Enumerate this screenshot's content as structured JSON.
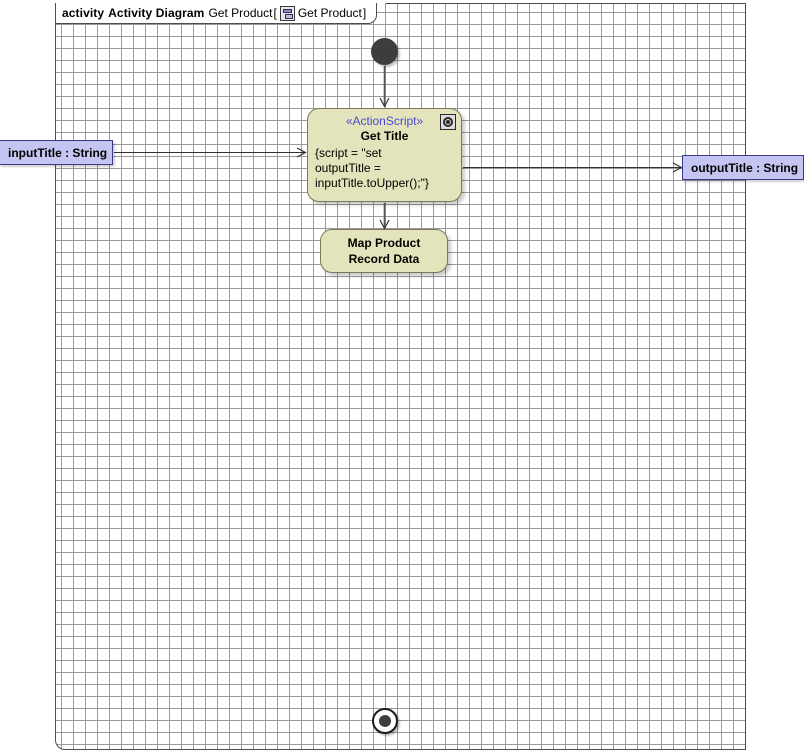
{
  "frame": {
    "keyword": "activity",
    "diagram_type": "Activity Diagram",
    "name": "Get Product",
    "bracket_open": "[",
    "bracket_close": "]",
    "behavior_name": "Get Product",
    "behavior_icon": "activity-behavior-icon"
  },
  "nodes": {
    "initial": {
      "name": "initial-node",
      "shape": "filled-circle",
      "color": "#3d3d3d"
    },
    "final": {
      "name": "activity-final-node",
      "shape": "bullseye-circle",
      "color": "#1c1c1c"
    },
    "get_title": {
      "stereotype": "«ActionScript»",
      "title": "Get Title",
      "body": "{script = \"set\noutputTitle =\ninputTitle.toUpper();\"}",
      "icon": "script-behavior-icon",
      "fill": "#e4e4bc",
      "border": "#7a7a5a",
      "stereotype_color": "#4a4ad0"
    },
    "map_product": {
      "title": "Map Product\nRecord Data",
      "fill": "#e4e4bc",
      "border": "#7a7a5a"
    }
  },
  "parameters": {
    "input": {
      "label": "inputTitle : String",
      "fill": "#c5c5f2",
      "border": "#3a3a8a"
    },
    "output": {
      "label": "outputTitle : String",
      "fill": "#c5c5f2",
      "border": "#3a3a8a"
    }
  },
  "canvas": {
    "background": "#ffffff",
    "grid_dot_color": "#9a9a9a",
    "grid_major_spacing": 60,
    "grid_dot_spacing": 12,
    "frame_border": "#4d4d4d"
  }
}
